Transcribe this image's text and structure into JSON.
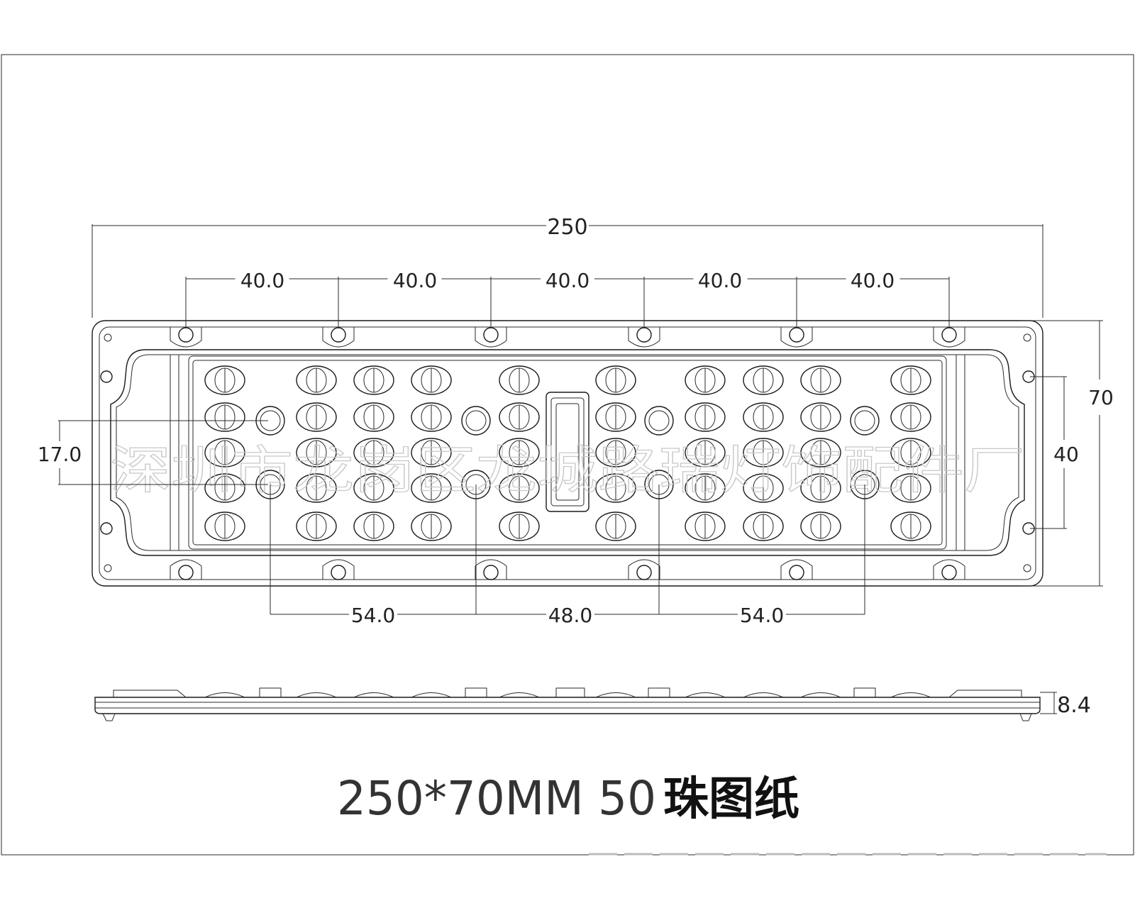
{
  "dimensions": {
    "overall_length": "250",
    "hole_pitch": [
      "40.0",
      "40.0",
      "40.0",
      "40.0",
      "40.0"
    ],
    "height": "70",
    "mount_spacing": "40",
    "left_spacing": "17.0",
    "bottom_spacings": [
      "54.0",
      "48.0",
      "54.0"
    ],
    "thickness": "8.4"
  },
  "watermark": "深圳市龙岗区龙城路瑞灯饰配件厂",
  "title": {
    "size_text": "250*70MM 50",
    "label": "珠图纸"
  },
  "colors": {
    "line": "#1a1a1a",
    "watermark": "#c8c8c8"
  }
}
